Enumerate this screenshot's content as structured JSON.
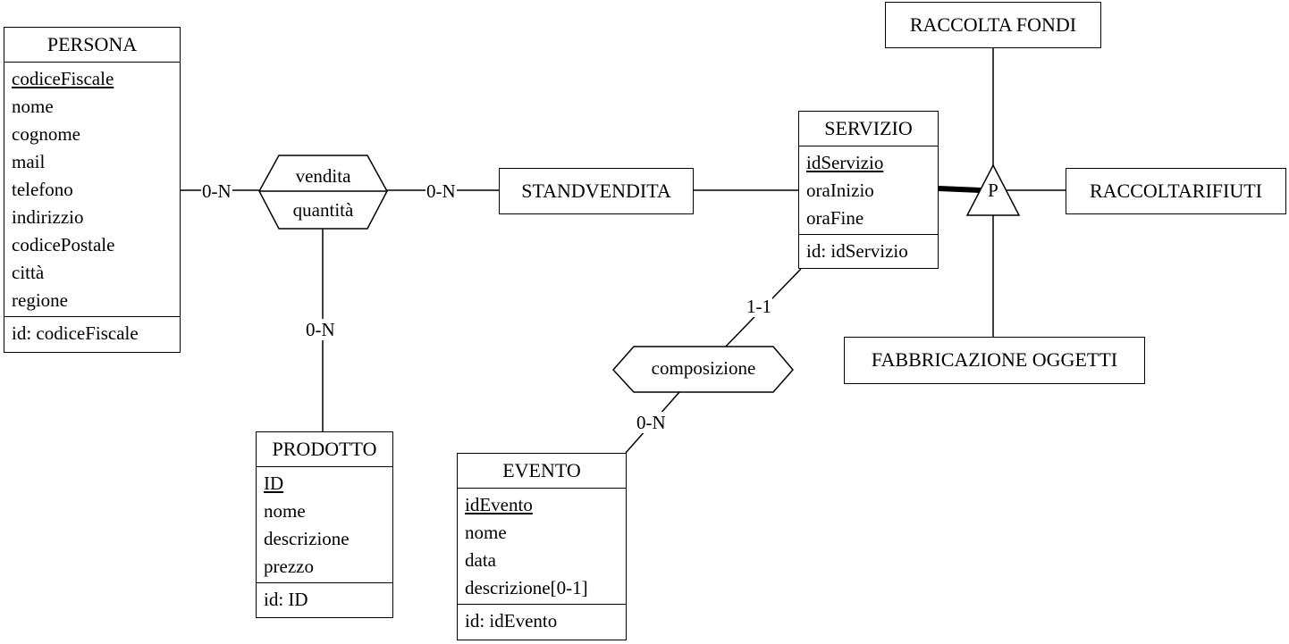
{
  "entities": {
    "persona": {
      "name": "PERSONA",
      "attributes": [
        "codiceFiscale",
        "nome",
        "cognome",
        "mail",
        "telefono",
        "indirizzio",
        "codicePostale",
        "città",
        "regione"
      ],
      "identifier": "id: codiceFiscale"
    },
    "prodotto": {
      "name": "PRODOTTO",
      "attributes": [
        "ID",
        "nome",
        "descrizione",
        "prezzo"
      ],
      "identifier": "id: ID"
    },
    "servizio": {
      "name": "SERVIZIO",
      "attributes": [
        "idServizio",
        "oraInizio",
        "oraFine"
      ],
      "identifier": "id: idServizio"
    },
    "evento": {
      "name": "EVENTO",
      "attributes": [
        "idEvento",
        "nome",
        "data",
        "descrizione[0-1]"
      ],
      "identifier": "id: idEvento"
    }
  },
  "subtypes": {
    "standvendita": "STANDVENDITA",
    "raccolta_fondi": "RACCOLTA FONDI",
    "raccolta_rifiuti": "RACCOLTARIFIUTI",
    "fabbricazione_oggetti": "FABBRICAZIONE OGGETTI",
    "partition_label": "P"
  },
  "relationships": {
    "vendita": {
      "name": "vendita",
      "attribute": "quantità"
    },
    "composizione": {
      "name": "composizione"
    }
  },
  "cardinalities": {
    "persona_vendita": "0-N",
    "standvendita_vendita": "0-N",
    "prodotto_vendita": "0-N",
    "servizio_composizione": "1-1",
    "evento_composizione": "0-N"
  }
}
